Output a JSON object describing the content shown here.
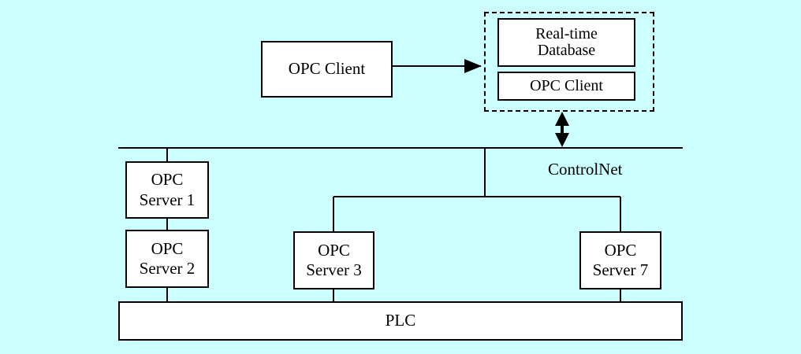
{
  "colors": {
    "background": "#ccffff",
    "box_fill": "#ffffff",
    "line": "#000000"
  },
  "nodes": {
    "opc_client_left": "OPC Client",
    "realtime_db_line1": "Real-time",
    "realtime_db_line2": "Database",
    "opc_client_inner": "OPC Client",
    "opc_server_1": [
      "OPC",
      "Server 1"
    ],
    "opc_server_2": [
      "OPC",
      "Server 2"
    ],
    "opc_server_3": [
      "OPC",
      "Server 3"
    ],
    "opc_server_7": [
      "OPC",
      "Server 7"
    ],
    "plc": "PLC"
  },
  "labels": {
    "network": "ControlNet"
  }
}
